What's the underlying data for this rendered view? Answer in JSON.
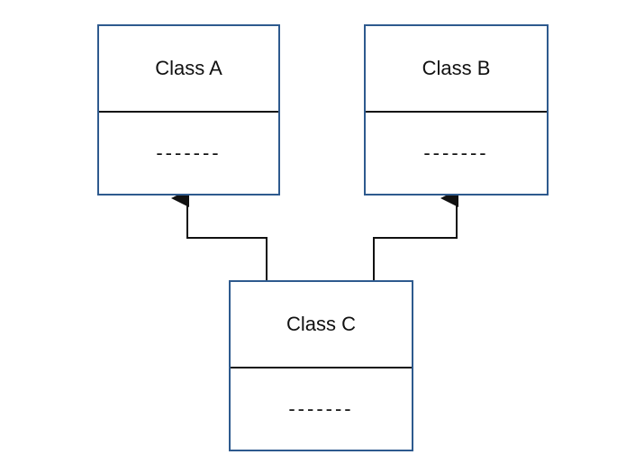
{
  "diagram": {
    "classes": [
      {
        "id": "a",
        "name": "Class A",
        "members": "-------"
      },
      {
        "id": "b",
        "name": "Class B",
        "members": "-------"
      },
      {
        "id": "c",
        "name": "Class C",
        "members": "-------"
      }
    ],
    "relationships": [
      {
        "from": "Class C",
        "to": "Class A",
        "kind": "inheritance"
      },
      {
        "from": "Class C",
        "to": "Class B",
        "kind": "inheritance"
      }
    ],
    "colors": {
      "box_border": "#2e5a8e",
      "line": "#111111"
    }
  }
}
